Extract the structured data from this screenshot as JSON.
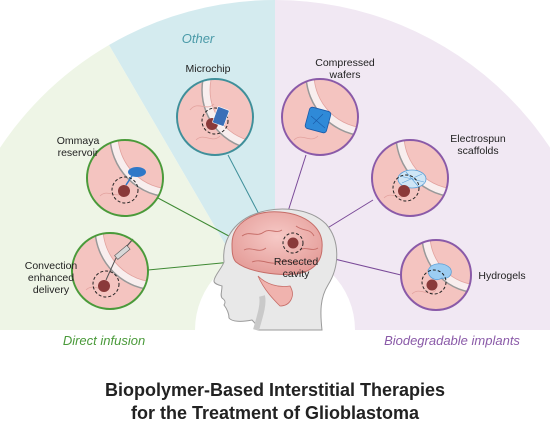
{
  "sectors": {
    "other": "Other",
    "direct_infusion": "Direct infusion",
    "biodegradable_implants": "Biodegradable implants"
  },
  "items": {
    "microchip": "Microchip",
    "ommaya": [
      "Ommaya",
      "reservoir"
    ],
    "convection": [
      "Convection",
      "enhanced",
      "delivery"
    ],
    "compressed_wafers": [
      "Compressed",
      "wafers"
    ],
    "electrospun": [
      "Electrospun",
      "scaffolds"
    ],
    "hydrogels": "Hydrogels"
  },
  "center_label": [
    "Resected",
    "cavity"
  ],
  "title_lines": [
    "Biopolymer-Based Interstitial Therapies",
    "for the Treatment of Glioblastoma"
  ],
  "colors": {
    "direct_infusion": "#4a9a3a",
    "other": "#4a9aa8",
    "biodegradable": "#8a5aa8"
  }
}
